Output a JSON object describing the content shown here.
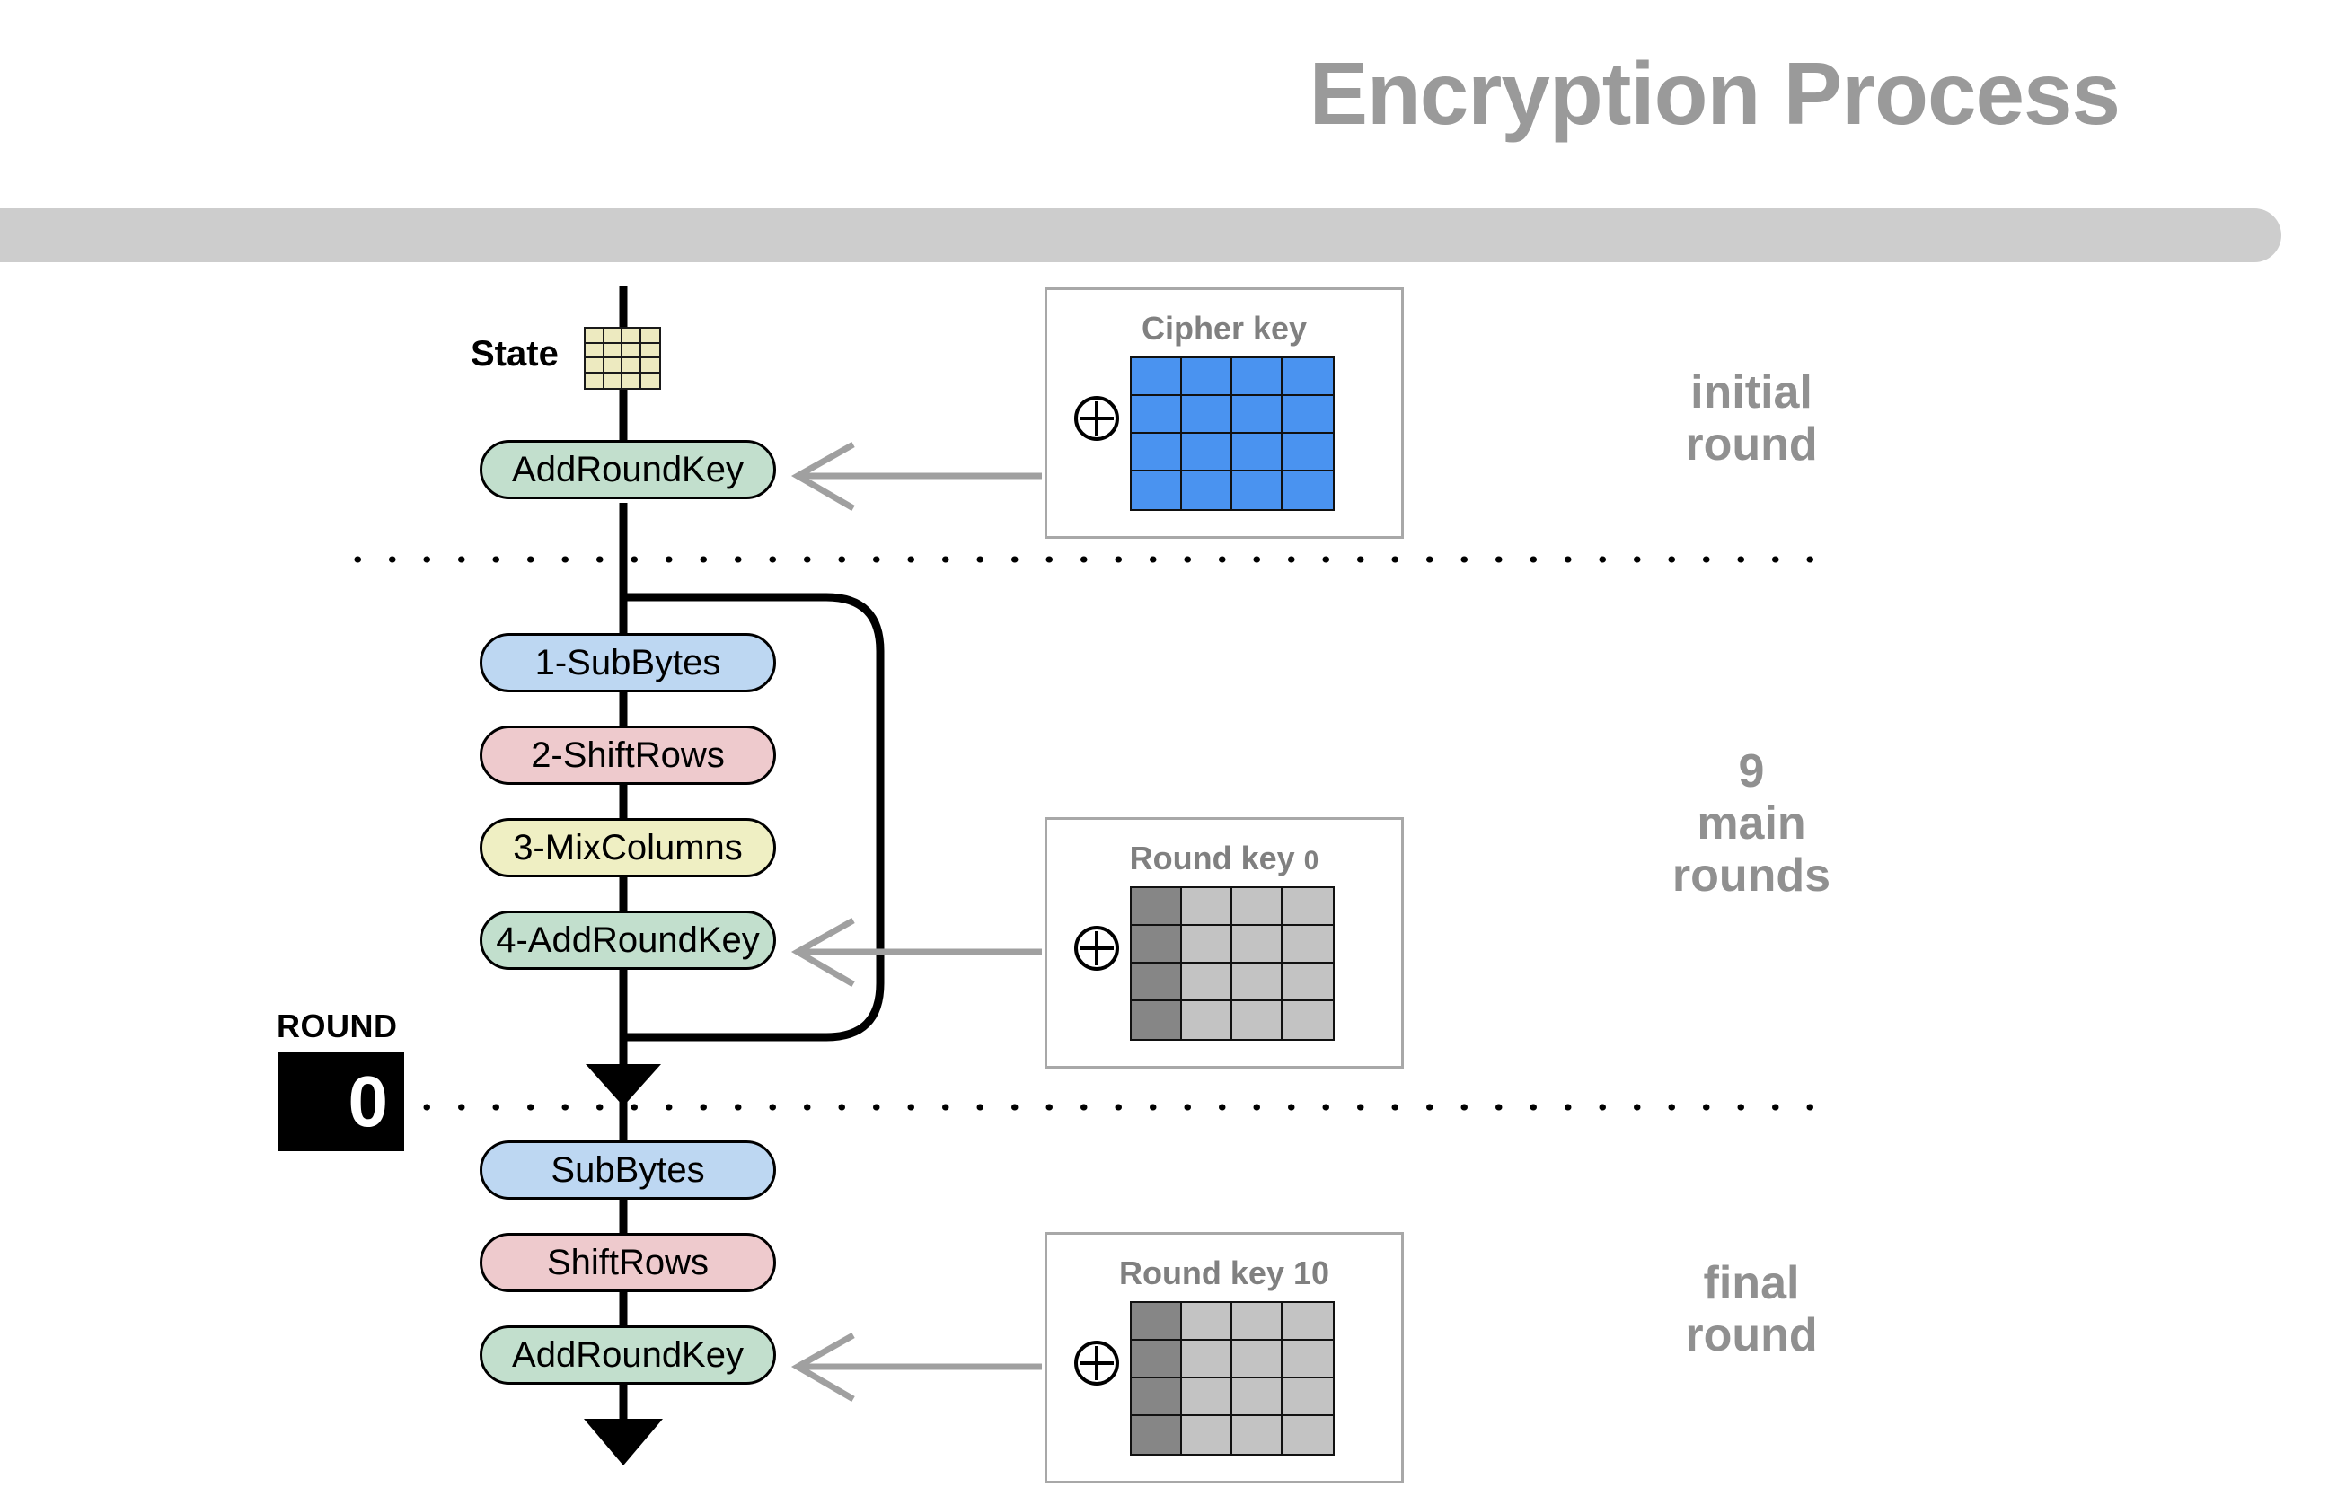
{
  "header": {
    "title": "Encryption Process"
  },
  "state": {
    "label": "State",
    "grid_cells": 16,
    "cell_color": "#edeac0"
  },
  "flow": {
    "initial_round": {
      "steps": [
        {
          "label": "AddRoundKey",
          "color_name": "green",
          "color": "#c2dfcd"
        }
      ]
    },
    "main_rounds": {
      "steps": [
        {
          "label": "1-SubBytes",
          "color_name": "blue",
          "color": "#bdd7f2"
        },
        {
          "label": "2-ShiftRows",
          "color_name": "pink",
          "color": "#eecacd"
        },
        {
          "label": "3-MixColumns",
          "color_name": "yellow",
          "color": "#efefc3"
        },
        {
          "label": "4-AddRoundKey",
          "color_name": "green",
          "color": "#c2dfcd"
        }
      ]
    },
    "final_round": {
      "steps": [
        {
          "label": "SubBytes",
          "color_name": "blue",
          "color": "#bdd7f2"
        },
        {
          "label": "ShiftRows",
          "color_name": "pink",
          "color": "#eecacd"
        },
        {
          "label": "AddRoundKey",
          "color_name": "green",
          "color": "#c2dfcd"
        }
      ]
    }
  },
  "key_boxes": [
    {
      "title": "Cipher key",
      "title_main": "Cipher key",
      "title_suffix": "",
      "xor_symbol": "⊕",
      "grid_first_col_color": "#4a93f0",
      "grid_rest_color": "#4a93f0"
    },
    {
      "title": "Round key 0",
      "title_main": "Round key",
      "title_suffix": "0",
      "xor_symbol": "⊕",
      "grid_first_col_color": "#868686",
      "grid_rest_color": "#c3c3c3"
    },
    {
      "title": "Round key 10",
      "title_main": "Round key 10",
      "title_suffix": "",
      "xor_symbol": "⊕",
      "grid_first_col_color": "#868686",
      "grid_rest_color": "#c3c3c3"
    }
  ],
  "round_badge": {
    "word": "ROUND",
    "number": "0"
  },
  "side_labels": {
    "initial": {
      "line1": "initial",
      "line2": "round"
    },
    "main": {
      "line1": "9",
      "line2": "main",
      "line3": "rounds"
    },
    "final": {
      "line1": "final",
      "line2": "round"
    }
  },
  "colors": {
    "title_gray": "#9a9a9a",
    "rule_gray": "#cdcdcd",
    "arrow_gray": "#a0a0a0",
    "keybox_border": "#a8a8a8"
  }
}
